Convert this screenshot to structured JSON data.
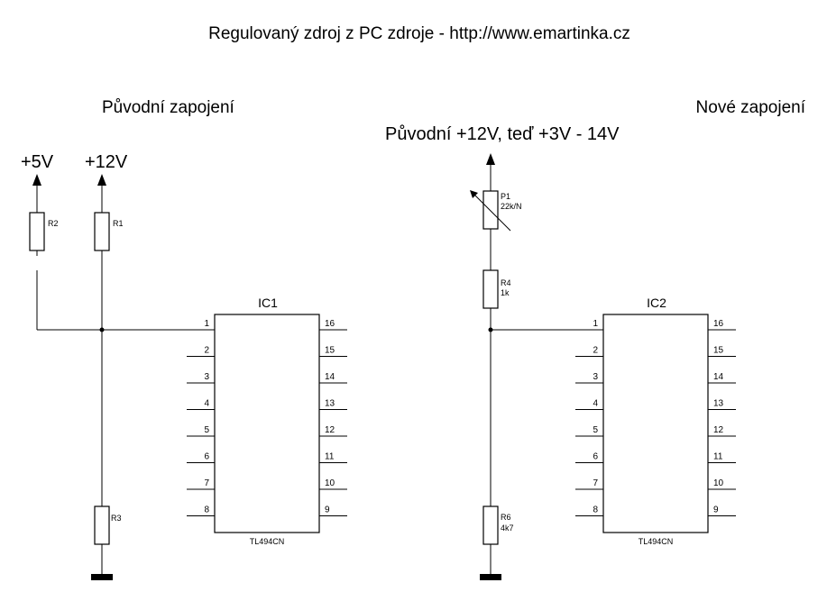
{
  "title": "Regulovaný zdroj z PC zdroje  - http://www.emartinka.cz",
  "left": {
    "heading": "Původní zapojení",
    "rail_5v": "+5V",
    "rail_12v": "+12V",
    "r2": "R2",
    "r1": "R1",
    "r3": "R3",
    "ic_name": "IC1",
    "ic_part": "TL494CN"
  },
  "right": {
    "heading": "Nové zapojení",
    "rail_label": "Původní +12V, teď +3V - 14V",
    "p1_name": "P1",
    "p1_value": "22k/N",
    "r4_name": "R4",
    "r4_value": "1k",
    "r6_name": "R6",
    "r6_value": "4k7",
    "ic_name": "IC2",
    "ic_part": "TL494CN"
  },
  "pins_left": [
    "1",
    "2",
    "3",
    "4",
    "5",
    "6",
    "7",
    "8"
  ],
  "pins_right": [
    "16",
    "15",
    "14",
    "13",
    "12",
    "11",
    "10",
    "9"
  ]
}
